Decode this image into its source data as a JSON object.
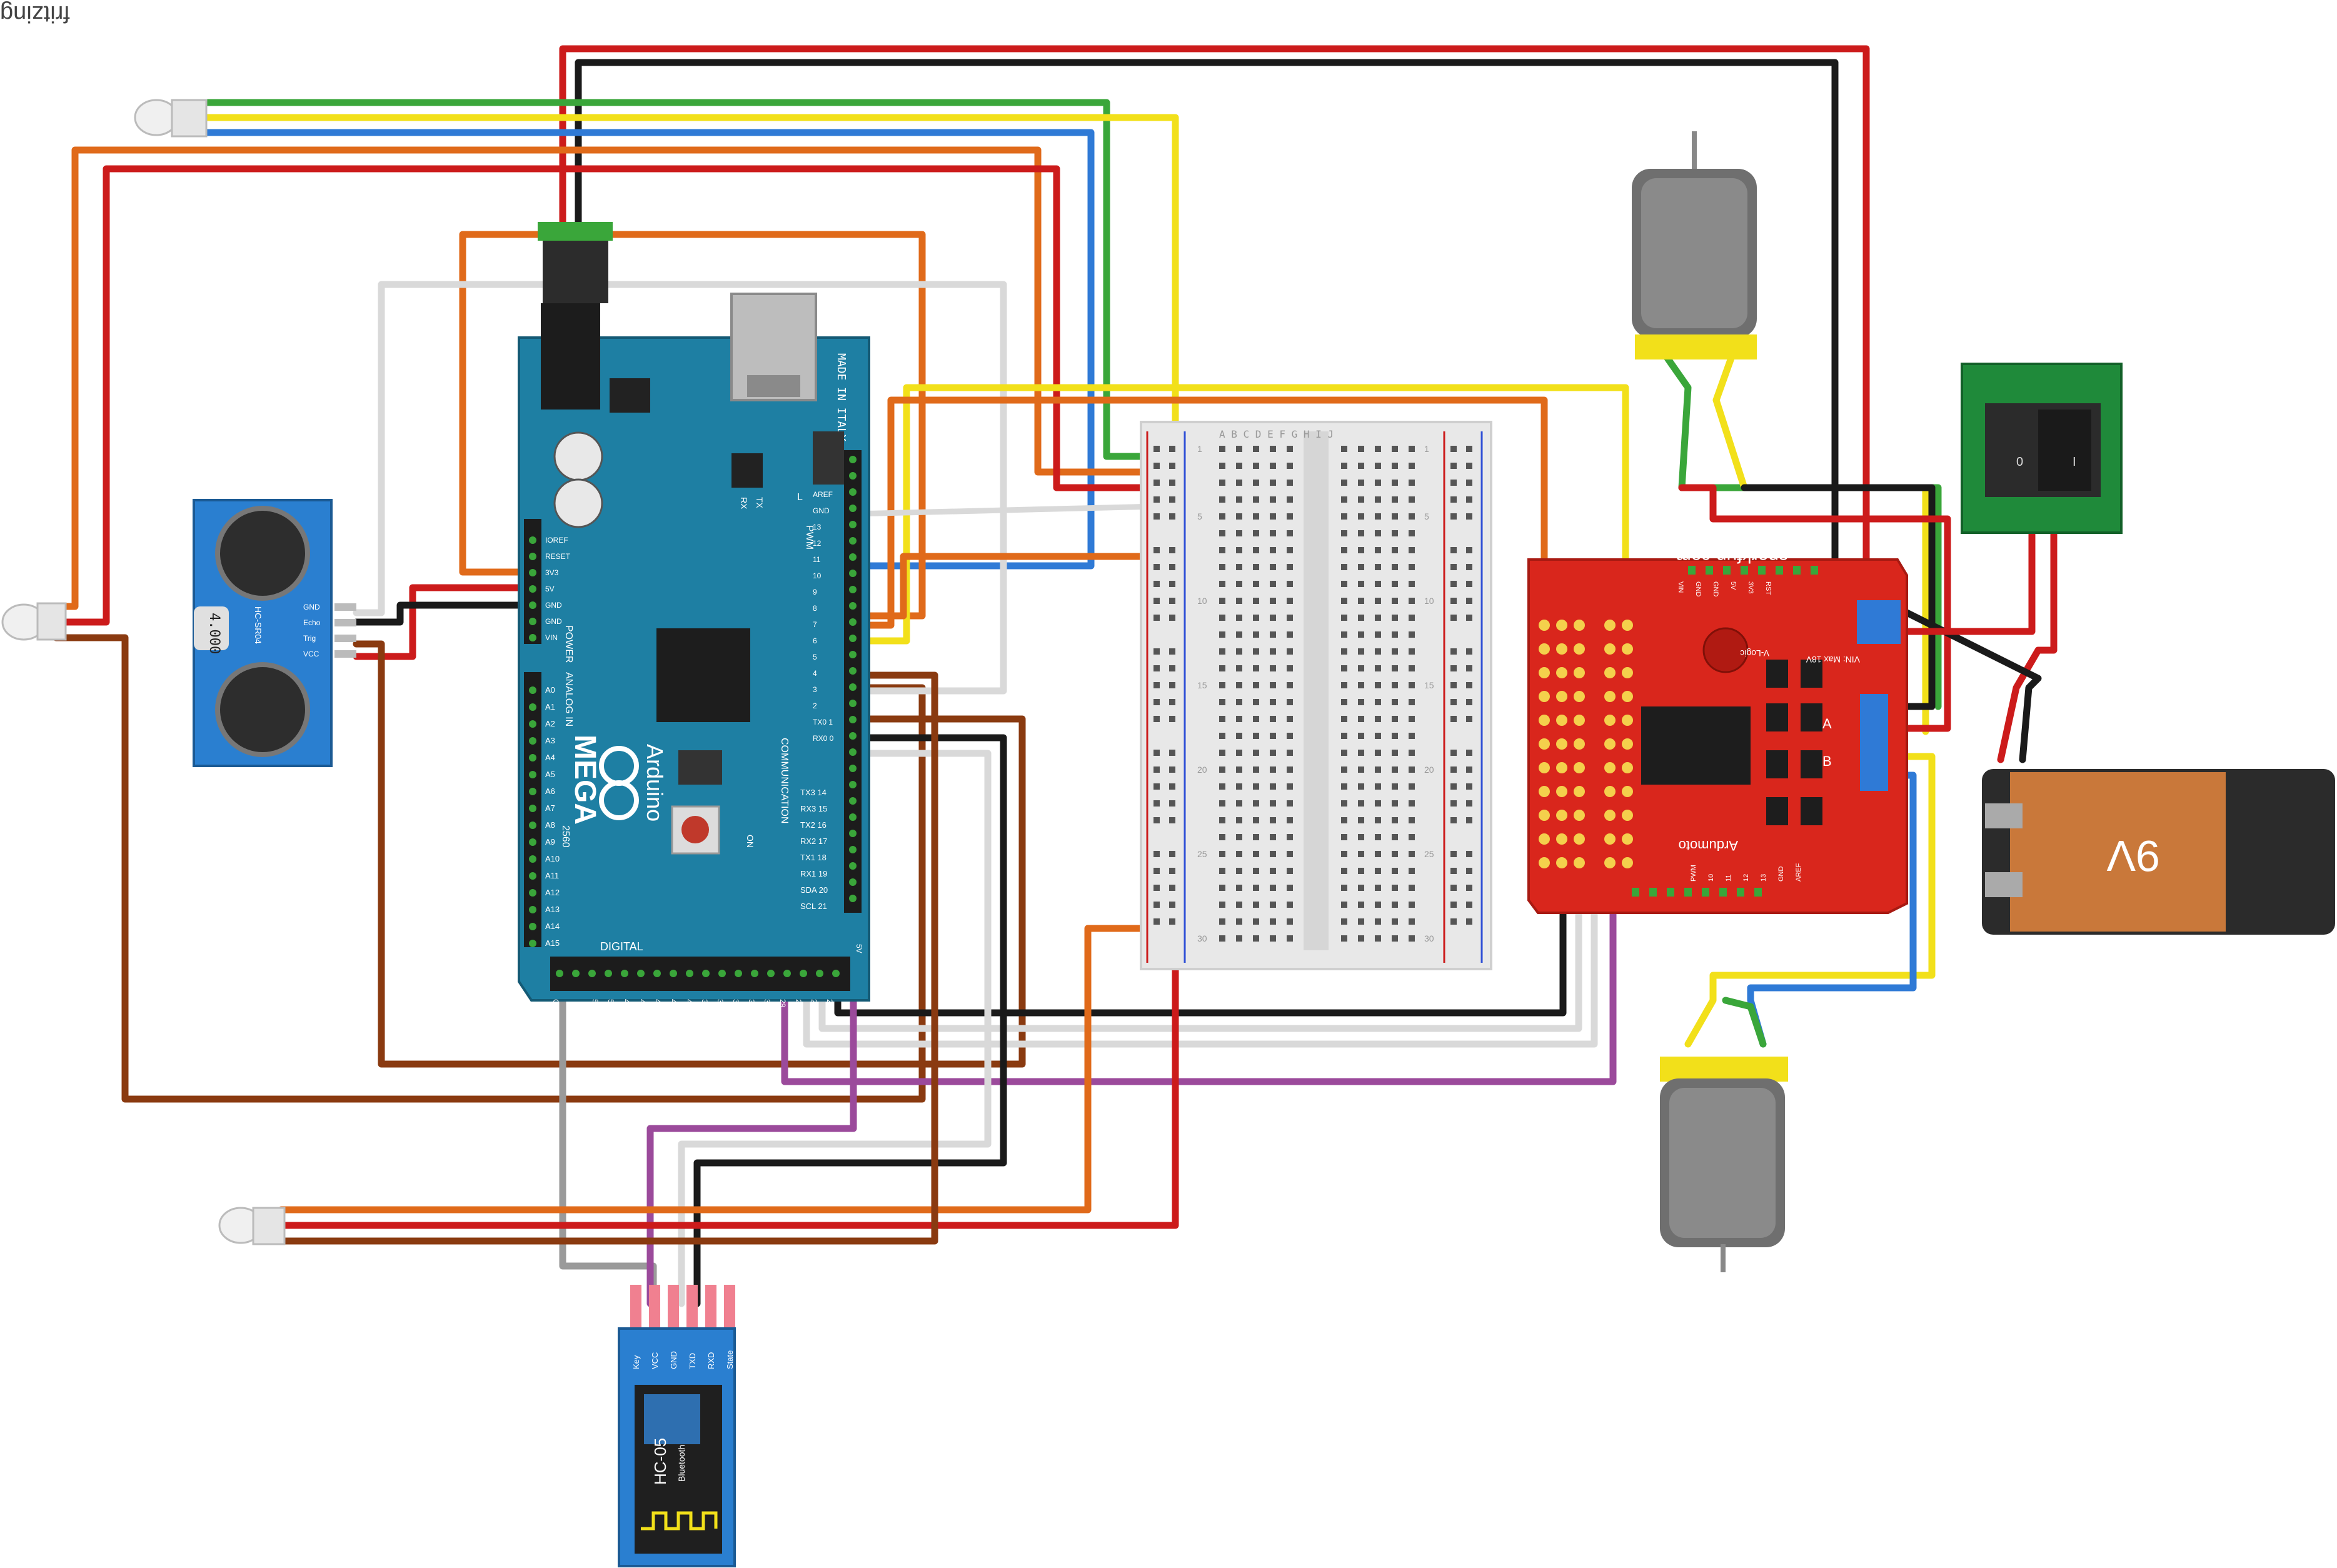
{
  "watermark": "fritzing",
  "arduino": {
    "made_in": "MADE IN ITALY",
    "brand": "Arduino",
    "model": "MEGA",
    "model_sub": "2560",
    "power_header": "POWER",
    "analog_header": "ANALOG IN",
    "digital_header": "DIGITAL",
    "pwm_header": "PWM",
    "comm_header": "COMMUNICATION",
    "on_label": "ON",
    "l_label": "L",
    "tx_label": "TX",
    "rx_label": "RX",
    "power_pins": [
      "IOREF",
      "RESET",
      "3V3",
      "5V",
      "GND",
      "GND",
      "VIN"
    ],
    "analog_pins": [
      "A0",
      "A1",
      "A2",
      "A3",
      "A4",
      "A5",
      "A6",
      "A7",
      "A8",
      "A9",
      "A10",
      "A11",
      "A12",
      "A13",
      "A14",
      "A15"
    ],
    "pwm_pins": [
      "AREF",
      "GND",
      "13",
      "12",
      "11",
      "10",
      "9",
      "8",
      "7",
      "6",
      "5",
      "4",
      "3",
      "2",
      "TX0 1",
      "RX0 0"
    ],
    "comm_pins": [
      "TX3 14",
      "RX3 15",
      "TX2 16",
      "RX2 17",
      "TX1 18",
      "RX1 19",
      "SDA 20",
      "SCL 21"
    ],
    "bottom_pins": [
      "53",
      "51",
      "49",
      "47",
      "45",
      "43",
      "41",
      "39",
      "37",
      "35",
      "33",
      "31",
      "29",
      "27",
      "25",
      "23"
    ],
    "bottom_left": "GND",
    "bottom_right": "5V"
  },
  "ultrasonic": {
    "model": "HC-SR04",
    "freq": "4.000",
    "pins": [
      "GND",
      "Echo",
      "Trig",
      "VCC"
    ]
  },
  "breadboard": {
    "columns": "A B C D E   F G H I J",
    "row_numbers": [
      "1",
      "5",
      "10",
      "15",
      "20",
      "25",
      "30"
    ]
  },
  "ardumoto": {
    "brand": "sparkfun.com",
    "name": "Ardumoto",
    "vlogic": "V-Logic",
    "vin_label": "VIN: Max 18V",
    "a_label": "A",
    "b_label": "B",
    "top_pins": [
      "RST",
      "3V3",
      "5V",
      "GND",
      "GND",
      "VIN"
    ],
    "bottom_pins": [
      "AREF",
      "GND",
      "13",
      "12",
      "11",
      "10",
      "PWM"
    ]
  },
  "battery": {
    "label": "9V"
  },
  "switch": {
    "on": "I",
    "off": "0"
  },
  "bluetooth": {
    "model": "HC-05",
    "sub": "Bluetooth",
    "pins": [
      "Key",
      "VCC",
      "GND",
      "TXD",
      "RXD",
      "State"
    ]
  },
  "colors": {
    "red": "#cc1b1b",
    "black": "#1a1a1a",
    "green": "#3aa63a",
    "yellow": "#f2e01a",
    "blue": "#2f7ad6",
    "orange": "#e06a1a",
    "brown": "#8a3a10",
    "white": "#d9d9d9",
    "gray": "#9a9a9a",
    "purple": "#9b4a9b",
    "arduino_teal": "#1e7fa3",
    "ardumoto_red": "#d9261c",
    "hcsr04_blue": "#2a7fd0",
    "switch_green": "#1f8a3a"
  }
}
